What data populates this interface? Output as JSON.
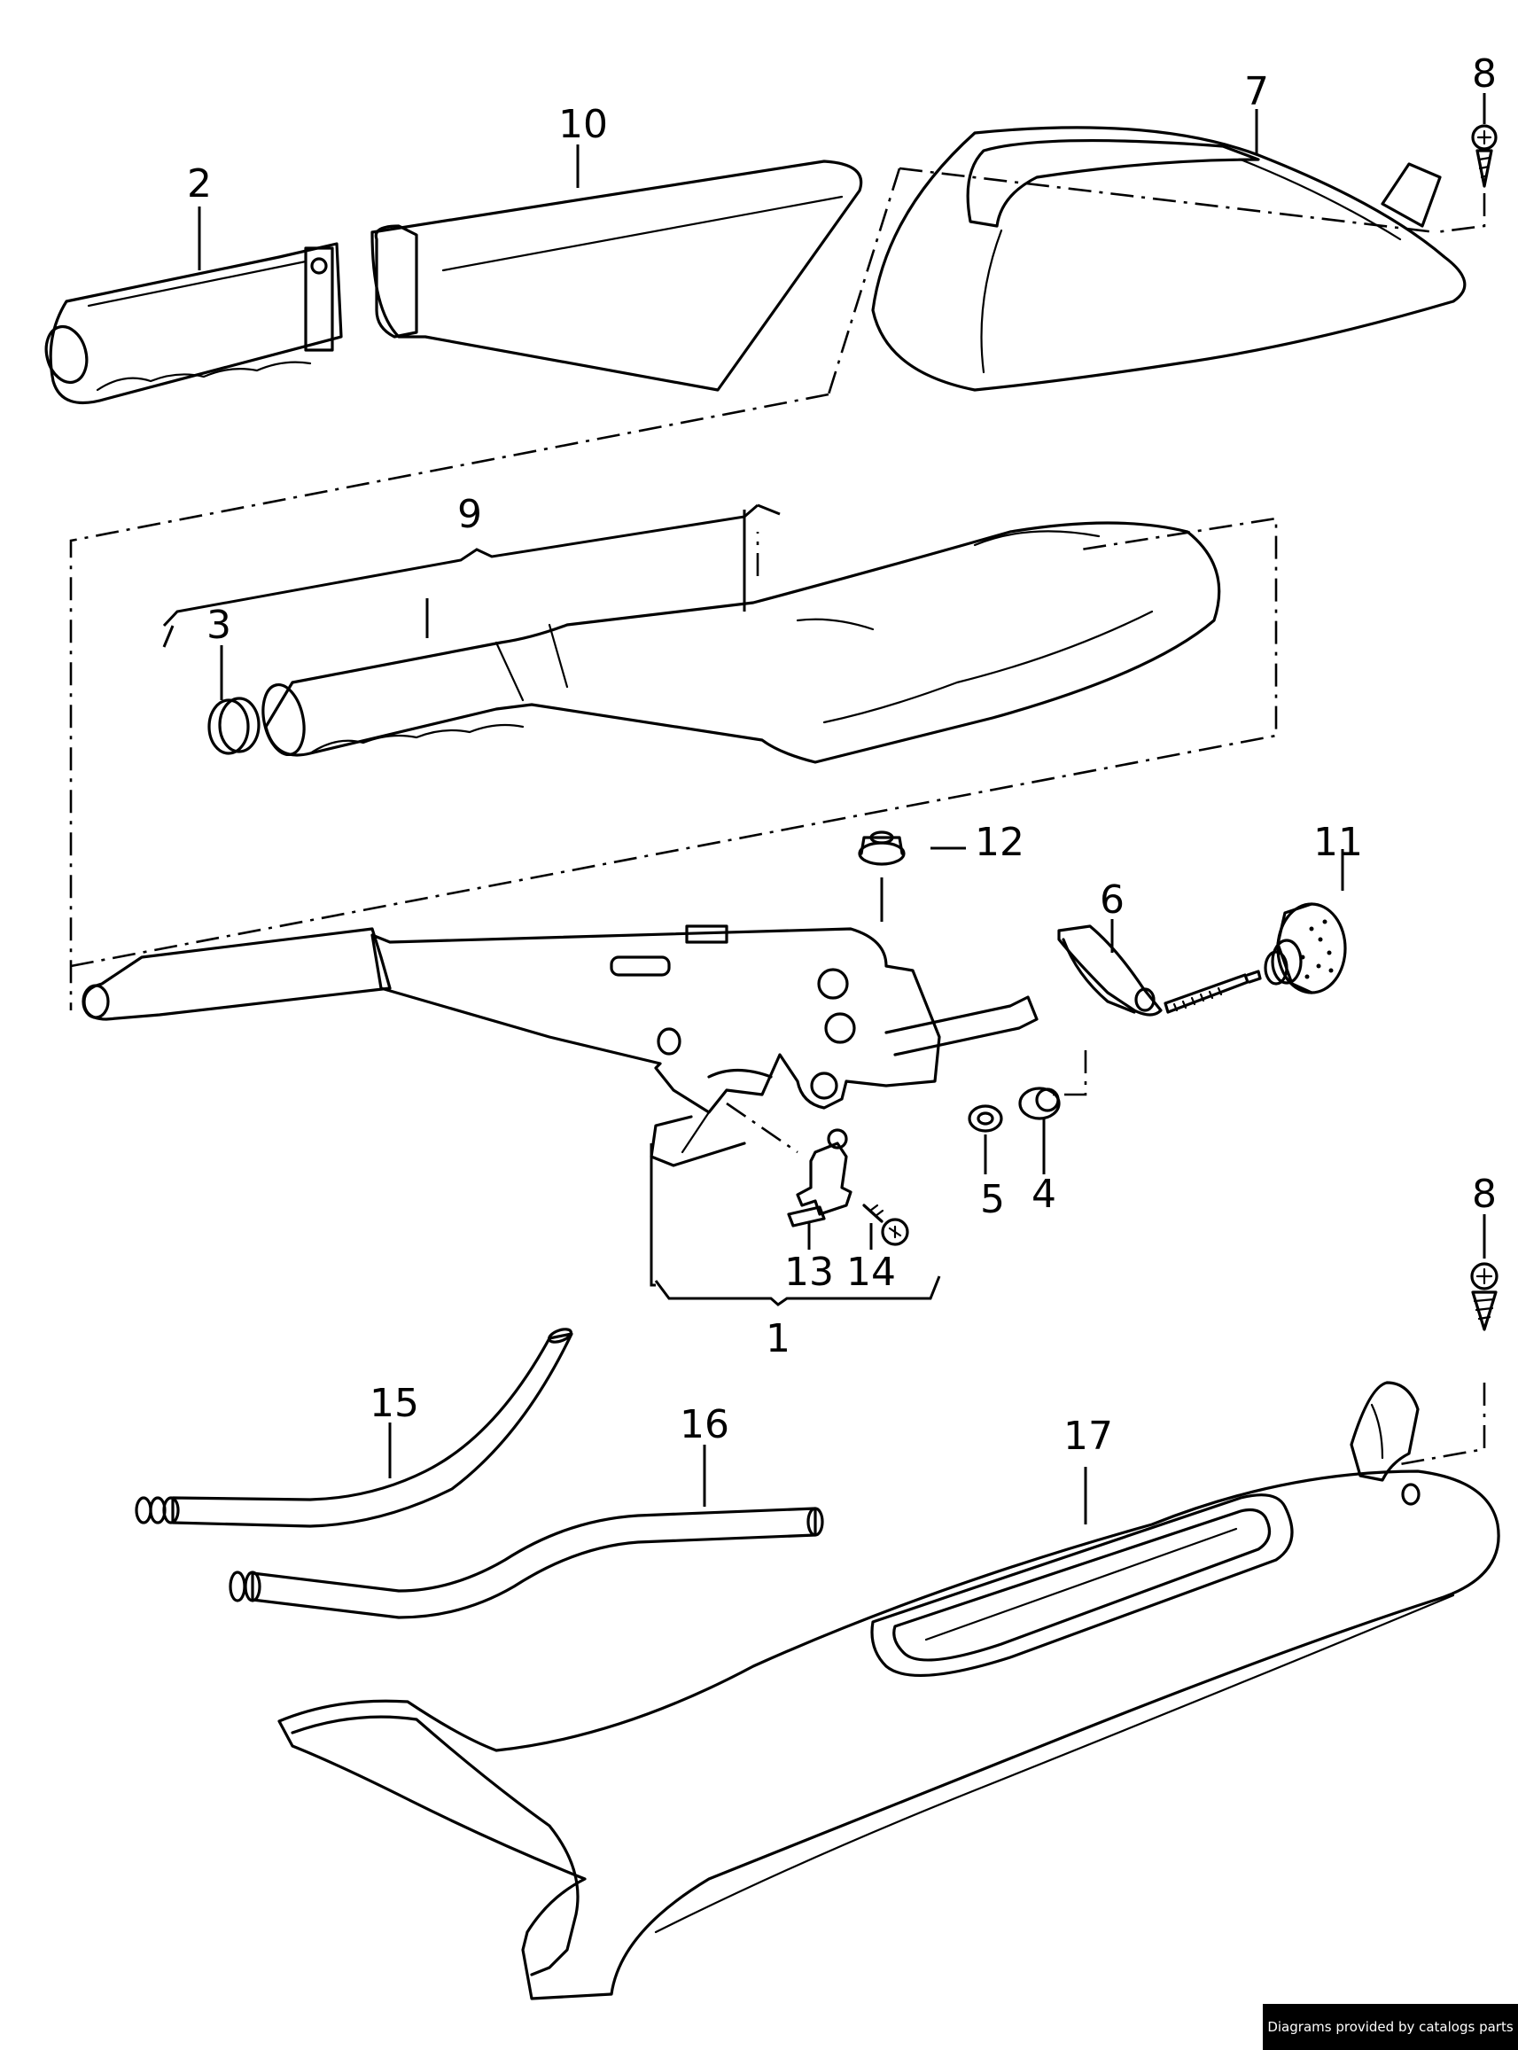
{
  "callouts": {
    "c1": "1",
    "c2": "2",
    "c3": "3",
    "c4": "4",
    "c5": "5",
    "c6": "6",
    "c7": "7",
    "c8a": "8",
    "c8b": "8",
    "c9": "9",
    "c10": "10",
    "c11": "11",
    "c12": "12",
    "c13": "13",
    "c14": "14",
    "c15": "15",
    "c16": "16",
    "c17": "17"
  },
  "footer": {
    "text": "Diagrams provided by catalogs parts"
  }
}
